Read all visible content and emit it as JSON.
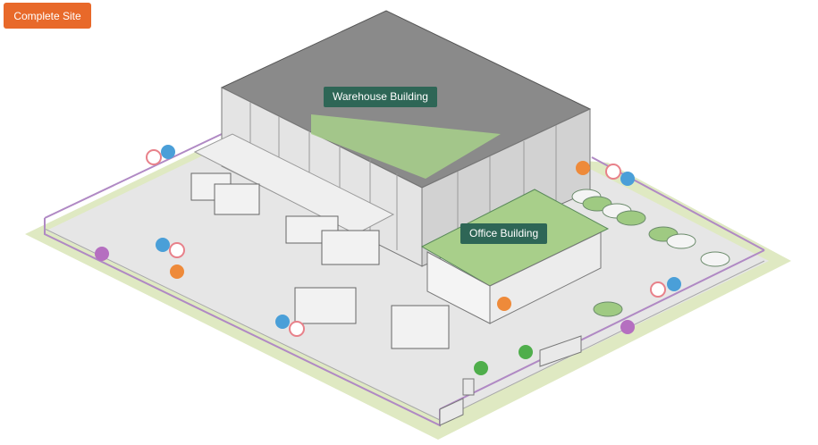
{
  "header": {
    "complete_site_label": "Complete Site"
  },
  "buildings": {
    "warehouse_label": "Warehouse Building",
    "office_label": "Office Building"
  },
  "colors": {
    "accent": "#e8692a",
    "label_bg": "#2e6656",
    "camera_red": "#e8818a",
    "sensor_blue": "#4a9fd8",
    "sensor_purple": "#b56fc0",
    "sensor_green": "#4fae4b",
    "sensor_orange": "#ee8a3a",
    "ground": "#e6e6e6",
    "lawn": "#dfe9c2"
  },
  "markers": {
    "icon_names": [
      "camera-icon",
      "barrier-sensor-icon",
      "fence-sensor-icon",
      "beam-sensor-icon",
      "gate-sensor-icon"
    ]
  }
}
